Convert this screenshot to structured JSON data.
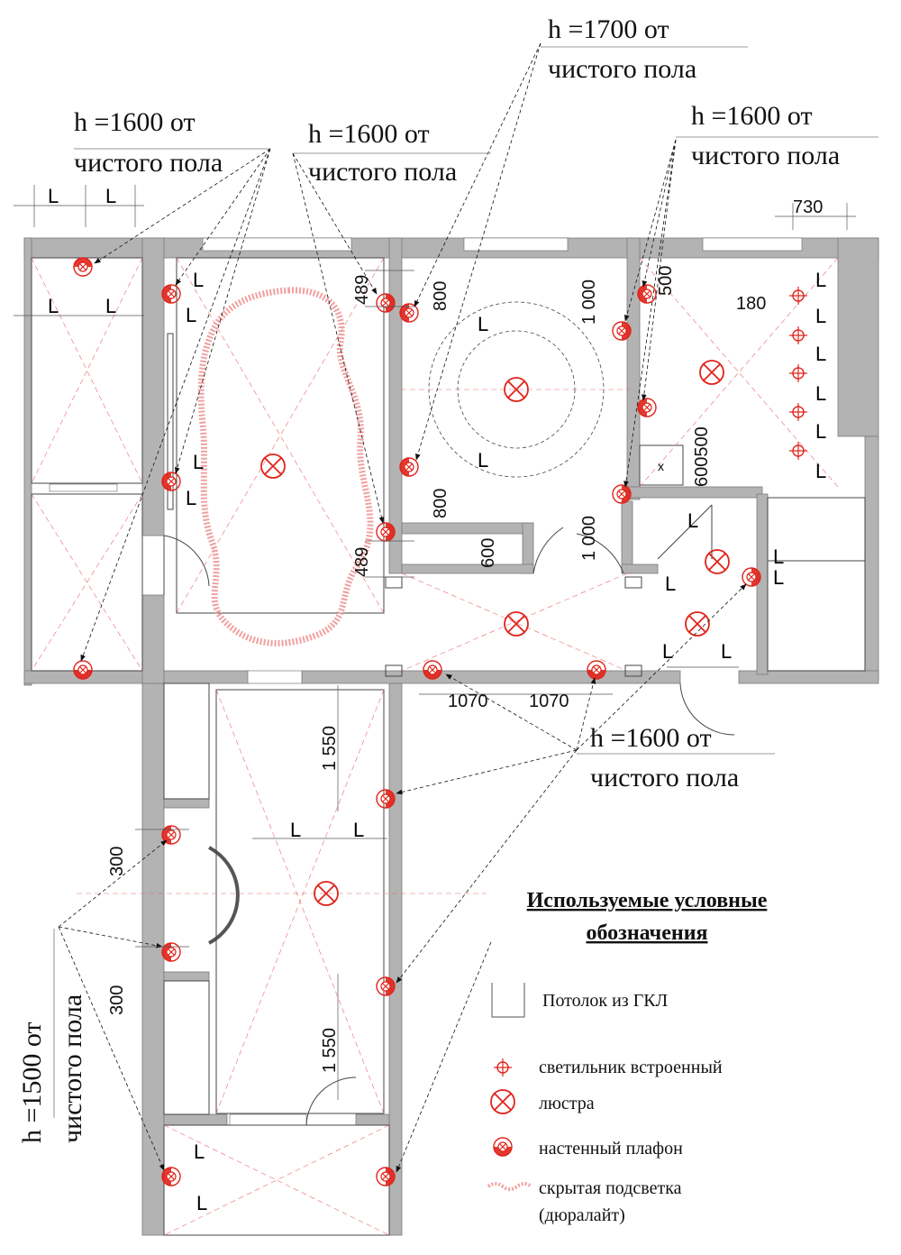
{
  "notes": {
    "h1600_left_1": "h =1600 от",
    "h1600_left_2": "чистого пола",
    "h1600_mid_1": "h =1600 от",
    "h1600_mid_2": "чистого пола",
    "h1700_1": "h =1700 от",
    "h1700_2": "чистого пола",
    "h1600_right_1": "h =1600 от",
    "h1600_right_2": "чистого пола",
    "h1600_bottom_1": "h =1600 от",
    "h1600_bottom_2": "чистого пола",
    "h1500_1": "h =1500 от",
    "h1500_2": "чистого пола"
  },
  "dimensions": {
    "d730": "730",
    "d180": "180",
    "d489a": "489",
    "d489b": "489",
    "d800a": "800",
    "d800b": "800",
    "d1000a": "1 000",
    "d1000b": "1 000",
    "d500a": "500",
    "d600500": "600500",
    "d600": "600",
    "d1070a": "1070",
    "d1070b": "1070",
    "d1550a": "1 550",
    "d1550b": "1 550",
    "d300a": "300",
    "d300b": "300",
    "l": "L",
    "x": "x"
  },
  "legend": {
    "title_1": "Используемые условные",
    "title_2": "обозначения",
    "items": [
      {
        "symbol": "gkl-ceiling",
        "label": "Потолок из ГКЛ"
      },
      {
        "symbol": "recessed-light",
        "label": "светильник встроенный"
      },
      {
        "symbol": "chandelier",
        "label": "люстра"
      },
      {
        "symbol": "wall-lamp",
        "label": "настенный плафон"
      },
      {
        "symbol": "hidden-lighting",
        "label": "скрытая подсветка"
      },
      {
        "symbol": "",
        "label": "(дюралайт)"
      }
    ]
  },
  "colors": {
    "walls": "#b3b3b3",
    "lighting": "#e0241b",
    "lines": "#444444"
  }
}
